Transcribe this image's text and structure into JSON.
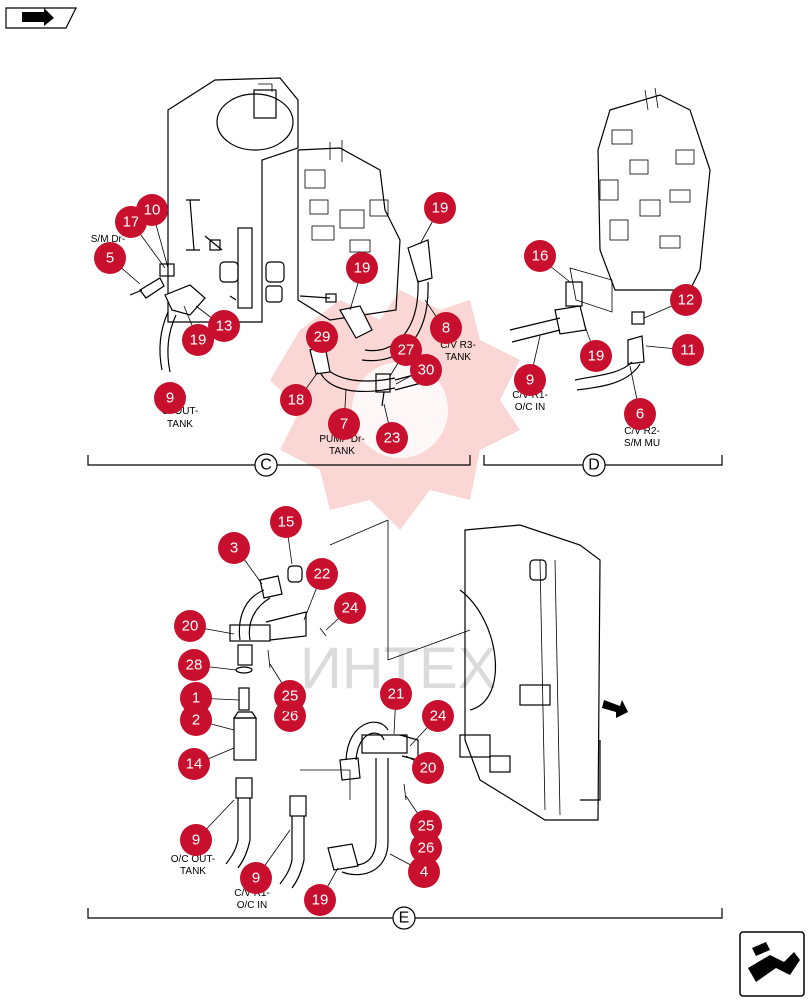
{
  "callouts": [
    {
      "id": "c-17",
      "label": "17"
    },
    {
      "id": "c-10",
      "label": "10"
    },
    {
      "id": "c-5",
      "label": "5"
    },
    {
      "id": "c-13",
      "label": "13"
    },
    {
      "id": "c-19a",
      "label": "19"
    },
    {
      "id": "c-9a",
      "label": "9"
    },
    {
      "id": "c-19b",
      "label": "19"
    },
    {
      "id": "c-19c",
      "label": "19"
    },
    {
      "id": "c-8",
      "label": "8"
    },
    {
      "id": "c-29",
      "label": "29"
    },
    {
      "id": "c-27",
      "label": "27"
    },
    {
      "id": "c-30",
      "label": "30"
    },
    {
      "id": "c-18",
      "label": "18"
    },
    {
      "id": "c-7",
      "label": "7"
    },
    {
      "id": "c-23",
      "label": "23"
    },
    {
      "id": "c-16",
      "label": "16"
    },
    {
      "id": "c-12",
      "label": "12"
    },
    {
      "id": "c-19d",
      "label": "19"
    },
    {
      "id": "c-11",
      "label": "11"
    },
    {
      "id": "c-9b",
      "label": "9"
    },
    {
      "id": "c-6",
      "label": "6"
    },
    {
      "id": "c-15",
      "label": "15"
    },
    {
      "id": "c-3",
      "label": "3"
    },
    {
      "id": "c-22",
      "label": "22"
    },
    {
      "id": "c-24a",
      "label": "24"
    },
    {
      "id": "c-20a",
      "label": "20"
    },
    {
      "id": "c-28",
      "label": "28"
    },
    {
      "id": "c-25a",
      "label": "25"
    },
    {
      "id": "c-1",
      "label": "1"
    },
    {
      "id": "c-2",
      "label": "2"
    },
    {
      "id": "c-26a",
      "label": "26"
    },
    {
      "id": "c-21",
      "label": "21"
    },
    {
      "id": "c-24b",
      "label": "24"
    },
    {
      "id": "c-14",
      "label": "14"
    },
    {
      "id": "c-20b",
      "label": "20"
    },
    {
      "id": "c-9c",
      "label": "9"
    },
    {
      "id": "c-25b",
      "label": "25"
    },
    {
      "id": "c-26b",
      "label": "26"
    },
    {
      "id": "c-9d",
      "label": "9"
    },
    {
      "id": "c-4",
      "label": "4"
    },
    {
      "id": "c-19e",
      "label": "19"
    }
  ],
  "notes": {
    "sm_dr": "S/M Dr-",
    "c_out_1": "C/ OUT-",
    "c_out_2": "TANK",
    "cv_r3_1": "C/V R3-",
    "cv_r3_2": "TANK",
    "pump_dr_1": "PUMP Dr-",
    "pump_dr_2": "TANK",
    "cv_r1_1": "C/V R1-",
    "cv_r1_2": "O/C IN",
    "cv_r2_1": "C/V R2-",
    "cv_r2_2": "S/M MU",
    "oc_out_1": "O/C OUT-",
    "oc_out_2": "TANK",
    "cvr_oc_1": "C/V R1-",
    "cvr_oc_2": "O/C IN"
  },
  "views": {
    "c": "C",
    "d": "D",
    "e": "E"
  },
  "watermark": "ИНТЕХ",
  "icons": {
    "top_left": "arrow-icon",
    "bottom_right": "next-page-icon"
  }
}
